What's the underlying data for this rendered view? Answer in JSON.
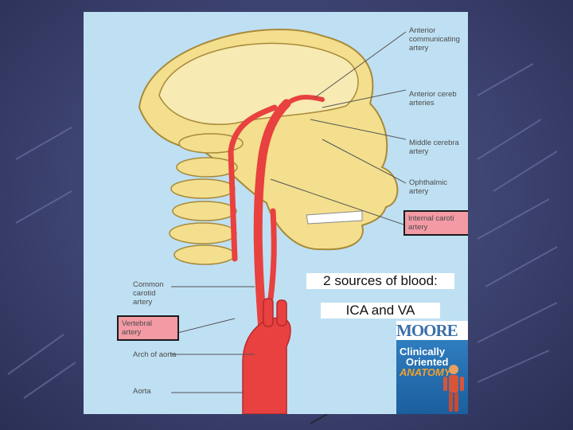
{
  "slide": {
    "caption_line1": "2 sources of blood:",
    "caption_line2": "ICA and VA"
  },
  "labels_right": [
    {
      "text": "Anterior\ncommunicating\nartery",
      "highlighted": false
    },
    {
      "text": "Anterior cereb\narteries",
      "highlighted": false
    },
    {
      "text": "Middle cerebra\nartery",
      "highlighted": false
    },
    {
      "text": "Ophthalmic\nartery",
      "highlighted": false
    },
    {
      "text": "Internal caroti\nartery",
      "highlighted": true
    }
  ],
  "labels_left": [
    {
      "text": "Common\ncarotid\nartery",
      "highlighted": false
    },
    {
      "text": "Vertebral\nartery",
      "highlighted": true
    },
    {
      "text": "Arch of aorta",
      "highlighted": false
    },
    {
      "text": "Aorta",
      "highlighted": false
    }
  ],
  "book": {
    "brand": "MOORE",
    "title_line1": "Clinically",
    "title_line2": "Oriented",
    "title_line3": "ANATOMY"
  },
  "colors": {
    "background": "#3d4370",
    "panel": "#bfe0f3",
    "bone": "#f3df8e",
    "artery": "#e8413f",
    "highlight_box": "#f39aa5"
  }
}
